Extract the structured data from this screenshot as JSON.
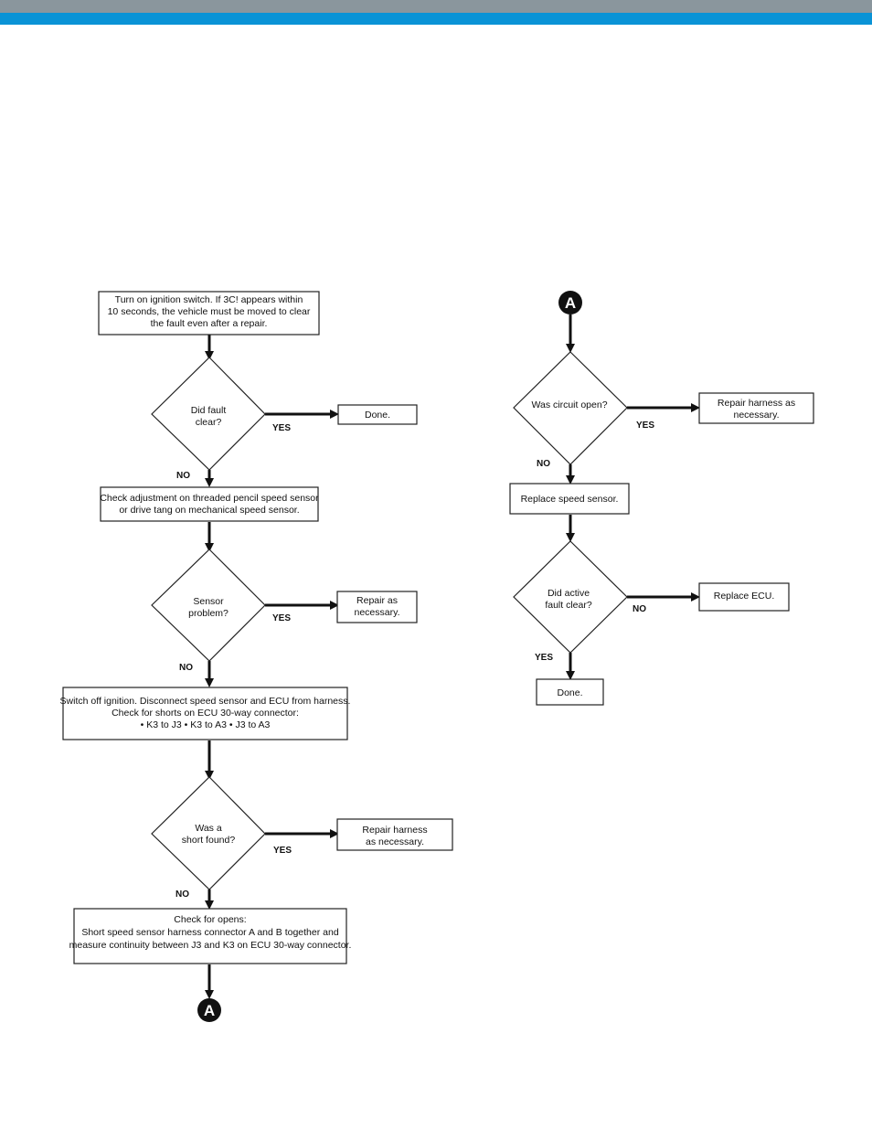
{
  "colors": {
    "top_bar_gray": "#8a969d",
    "top_bar_blue": "#0a93d6",
    "connector_fill": "#111111"
  },
  "connector_label": "A",
  "branch_labels": {
    "yes": "YES",
    "no": "NO"
  },
  "left_flow": {
    "start_box": [
      "Turn on ignition switch.  If 3C! appears within",
      "10 seconds, the vehicle must be moved to clear",
      "the fault even after a repair."
    ],
    "decision_fault_clear": [
      "Did fault",
      "clear?"
    ],
    "done_box": "Done.",
    "check_adjustment_box": [
      "Check adjustment on threaded pencil speed sensor",
      "or drive tang on mechanical speed sensor."
    ],
    "decision_sensor_problem": [
      "Sensor",
      "problem?"
    ],
    "repair_box": [
      "Repair as",
      "necessary."
    ],
    "switch_off_box": [
      "Switch off ignition.  Disconnect speed sensor and ECU from harness.",
      "Check for shorts on ECU 30-way connector:",
      "•  K3 to J3      •  K3 to A3      •  J3 to A3"
    ],
    "decision_short_found": [
      "Was a",
      "short found?"
    ],
    "repair_harness_box": [
      "Repair harness",
      "as necessary."
    ],
    "check_opens_box": [
      "Check for opens:",
      "Short speed sensor harness connector A and B together and",
      "measure continuity between J3 and K3 on ECU 30-way connector."
    ]
  },
  "right_flow": {
    "decision_circuit_open": [
      "Was circuit open?"
    ],
    "repair_harness_box": [
      "Repair harness as",
      "necessary."
    ],
    "replace_sensor_box": "Replace speed sensor.",
    "decision_active_fault_clear": [
      "Did active",
      "fault clear?"
    ],
    "replace_ecu_box": "Replace ECU.",
    "done_box": "Done."
  }
}
